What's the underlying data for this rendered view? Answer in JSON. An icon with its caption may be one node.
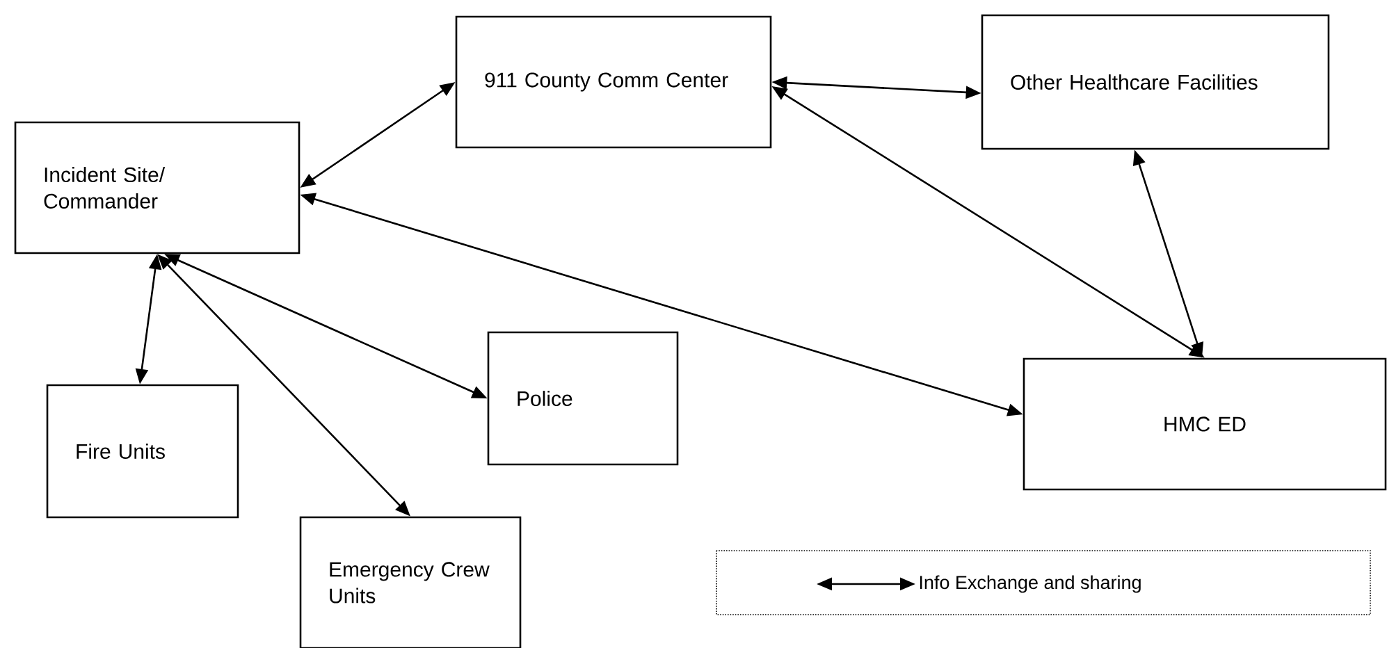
{
  "diagram": {
    "nodes": [
      {
        "text": [
          "Incident Site/ Commander"
        ]
      },
      {
        "text": [
          "911 County Comm Center"
        ]
      },
      {
        "text": [
          "Other Healthcare Facilities"
        ]
      },
      {
        "text": [
          "Fire Units"
        ]
      },
      {
        "text": [
          "Police"
        ]
      },
      {
        "text": [
          "Emergency Crew Units"
        ]
      },
      {
        "text": [
          "HMC ED"
        ]
      }
    ],
    "edges": [
      {
        "from": 0,
        "to": 1,
        "arrow": "both"
      },
      {
        "from": 1,
        "to": 2,
        "arrow": "both"
      },
      {
        "from": 1,
        "to": 6,
        "arrow": "both"
      },
      {
        "from": 0,
        "to": 6,
        "arrow": "both"
      },
      {
        "from": 2,
        "to": 6,
        "arrow": "both"
      },
      {
        "from": 0,
        "to": 3,
        "arrow": "both"
      },
      {
        "from": 0,
        "to": 4,
        "arrow": "both"
      },
      {
        "from": 0,
        "to": 5,
        "arrow": "both"
      }
    ],
    "legend": [
      {
        "text": "Info Exchange and sharing"
      }
    ]
  }
}
